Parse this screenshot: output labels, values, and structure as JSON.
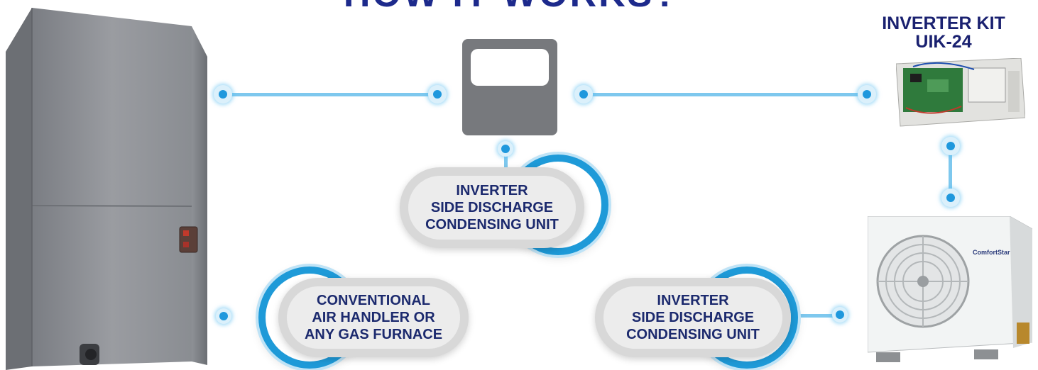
{
  "heading": {
    "text": "HOW IT WORKS?"
  },
  "labels": {
    "center_unit": {
      "lines": [
        "INVERTER",
        "SIDE DISCHARGE",
        "CONDENSING UNIT"
      ]
    },
    "air_handler": {
      "lines": [
        "CONVENTIONAL",
        "AIR HANDLER OR",
        "ANY GAS FURNACE"
      ]
    },
    "right_unit": {
      "lines": [
        "INVERTER",
        "SIDE DISCHARGE",
        "CONDENSING UNIT"
      ]
    }
  },
  "kit": {
    "lines": [
      "INVERTER KIT",
      "UIK-24"
    ]
  },
  "condenser_brand": "ComfortStar",
  "colors": {
    "node": "#1f98dd",
    "connector": "#7ec8ee",
    "label_text": "#1c2a6e",
    "heading": "#1d2a8c",
    "ring": "#1e9ad8"
  }
}
